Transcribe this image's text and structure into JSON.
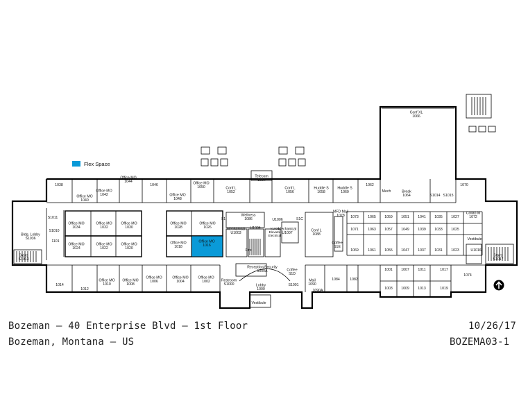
{
  "legend": {
    "label": "Flex Space",
    "color": "#0a9ad8"
  },
  "footer": {
    "title": "Bozeman – 40 Enterprise Blvd – 1st Floor",
    "location": "Bozeman, Montana – US",
    "date": "10/26/17",
    "code": "BOZEMA03-1"
  },
  "colors": {
    "wall": "#000000",
    "flex": "#0a9ad8",
    "background": "#ffffff"
  },
  "north_arrow_icon": "north-arrow-icon",
  "rooms": [
    {
      "id": "1038",
      "lines": [
        "1038"
      ]
    },
    {
      "id": "1040",
      "lines": [
        "Office MO",
        "1040"
      ]
    },
    {
      "id": "1042",
      "lines": [
        "Office MO",
        "1042"
      ]
    },
    {
      "id": "1044",
      "lines": [
        "Office MO",
        "1044"
      ]
    },
    {
      "id": "1046",
      "lines": [
        "1046"
      ]
    },
    {
      "id": "1048",
      "lines": [
        "Office MO",
        "1048"
      ]
    },
    {
      "id": "1050",
      "lines": [
        "Office MO",
        "1050"
      ]
    },
    {
      "id": "1052",
      "lines": [
        "Conf L",
        "1052"
      ]
    },
    {
      "id": "1054",
      "lines": [
        "Telecom",
        "1054"
      ]
    },
    {
      "id": "1056",
      "lines": [
        "Conf L",
        "1056"
      ]
    },
    {
      "id": "1058",
      "lines": [
        "Huddle S",
        "1058"
      ]
    },
    {
      "id": "1060",
      "lines": [
        "Huddle S",
        "1060"
      ]
    },
    {
      "id": "1062",
      "lines": [
        "1062"
      ]
    },
    {
      "id": "1064",
      "lines": [
        "Break",
        "1064"
      ]
    },
    {
      "id": "mech",
      "lines": [
        "Mech"
      ]
    },
    {
      "id": "1066",
      "lines": [
        "Conf XL",
        "1066"
      ]
    },
    {
      "id": "1070",
      "lines": [
        "1070"
      ]
    },
    {
      "id": "S1014",
      "lines": [
        "S1014"
      ]
    },
    {
      "id": "S1015",
      "lines": [
        "S1015"
      ]
    },
    {
      "id": "1072",
      "lines": [
        "Collab M",
        "1072"
      ]
    },
    {
      "id": "S1036",
      "lines": [
        "Bldg. Lobby",
        "S1036"
      ]
    },
    {
      "id": "S1011",
      "lines": [
        "S1011"
      ]
    },
    {
      "id": "S1010",
      "lines": [
        "S1010"
      ]
    },
    {
      "id": "1101",
      "lines": [
        "1101"
      ]
    },
    {
      "id": "S1013",
      "lines": [
        "Stairs",
        "S1013"
      ]
    },
    {
      "id": "1034",
      "lines": [
        "Office MO",
        "1034"
      ]
    },
    {
      "id": "1032",
      "lines": [
        "Office MO",
        "1032"
      ]
    },
    {
      "id": "1030",
      "lines": [
        "Office MO",
        "1030"
      ]
    },
    {
      "id": "1024",
      "lines": [
        "Office MO",
        "1024"
      ]
    },
    {
      "id": "1022",
      "lines": [
        "Office MO",
        "1022"
      ]
    },
    {
      "id": "1020",
      "lines": [
        "Office MO",
        "1020"
      ]
    },
    {
      "id": "1028",
      "lines": [
        "Office MO",
        "1028"
      ]
    },
    {
      "id": "1026",
      "lines": [
        "Office MO",
        "1026"
      ]
    },
    {
      "id": "1018",
      "lines": [
        "Office MO",
        "1018"
      ]
    },
    {
      "id": "1016",
      "lines": [
        "Office MO",
        "1016"
      ],
      "flex": true
    },
    {
      "id": "1086",
      "lines": [
        "Wellness",
        "1086"
      ]
    },
    {
      "id": "U1003",
      "lines": [
        "Mechanical",
        "U1003"
      ]
    },
    {
      "id": "U1004",
      "lines": [
        "U1004"
      ]
    },
    {
      "id": "U1006",
      "lines": [
        "U1006"
      ]
    },
    {
      "id": "V1005",
      "lines": [
        "V1005",
        "Elevator",
        "Electrical"
      ]
    },
    {
      "id": "U1007",
      "lines": [
        "Mechanical",
        "U1007"
      ]
    },
    {
      "id": "fire",
      "lines": [
        "Fire"
      ]
    },
    {
      "id": "1078",
      "lines": [
        "MFD Mail",
        "1078"
      ]
    },
    {
      "id": "1088",
      "lines": [
        "Conf L",
        "1088"
      ]
    },
    {
      "id": "S1C",
      "lines": [
        "S1C"
      ]
    },
    {
      "id": "S1",
      "lines": [
        "S1"
      ]
    },
    {
      "id": "coffee",
      "lines": [
        "Coffee",
        "S1E"
      ]
    },
    {
      "id": "1073",
      "lines": [
        "1073"
      ]
    },
    {
      "id": "1065",
      "lines": [
        "1065"
      ]
    },
    {
      "id": "1059",
      "lines": [
        "1059"
      ]
    },
    {
      "id": "1051",
      "lines": [
        "1051"
      ]
    },
    {
      "id": "1041",
      "lines": [
        "1041"
      ]
    },
    {
      "id": "1035",
      "lines": [
        "1035"
      ]
    },
    {
      "id": "1027",
      "lines": [
        "1027"
      ]
    },
    {
      "id": "1071",
      "lines": [
        "1071"
      ]
    },
    {
      "id": "1063",
      "lines": [
        "1063"
      ]
    },
    {
      "id": "1057",
      "lines": [
        "1057"
      ]
    },
    {
      "id": "1049",
      "lines": [
        "1049"
      ]
    },
    {
      "id": "1039",
      "lines": [
        "1039"
      ]
    },
    {
      "id": "1033",
      "lines": [
        "1033"
      ]
    },
    {
      "id": "1025",
      "lines": [
        "1025"
      ]
    },
    {
      "id": "1069",
      "lines": [
        "1069"
      ]
    },
    {
      "id": "1061",
      "lines": [
        "1061"
      ]
    },
    {
      "id": "1055",
      "lines": [
        "1055"
      ]
    },
    {
      "id": "1047",
      "lines": [
        "1047"
      ]
    },
    {
      "id": "1037",
      "lines": [
        "1037"
      ]
    },
    {
      "id": "1031",
      "lines": [
        "1031"
      ]
    },
    {
      "id": "1023",
      "lines": [
        "1023"
      ]
    },
    {
      "id": "vestibule-e",
      "lines": [
        "Vestibule"
      ]
    },
    {
      "id": "U1016",
      "lines": [
        "U1016"
      ]
    },
    {
      "id": "S1017",
      "lines": [
        "Stairs",
        "S1017"
      ]
    },
    {
      "id": "1014",
      "lines": [
        "1014"
      ]
    },
    {
      "id": "1012",
      "lines": [
        "1012"
      ]
    },
    {
      "id": "1010",
      "lines": [
        "Office MO",
        "1010"
      ]
    },
    {
      "id": "1008",
      "lines": [
        "Office MO",
        "1008"
      ]
    },
    {
      "id": "1006",
      "lines": [
        "Office MO",
        "1006"
      ]
    },
    {
      "id": "1004",
      "lines": [
        "Office MO",
        "1004"
      ]
    },
    {
      "id": "1002",
      "lines": [
        "Office MO",
        "1002"
      ]
    },
    {
      "id": "S1000",
      "lines": [
        "Restroom",
        "S1000"
      ]
    },
    {
      "id": "1000A",
      "lines": [
        "Reception/Security",
        "1000A"
      ]
    },
    {
      "id": "1000",
      "lines": [
        "Lobby",
        "1000"
      ]
    },
    {
      "id": "S1001",
      "lines": [
        "S1001"
      ]
    },
    {
      "id": "S1D",
      "lines": [
        "Coffee",
        "S1D"
      ]
    },
    {
      "id": "1090",
      "lines": [
        "Mail",
        "1090"
      ]
    },
    {
      "id": "1090A",
      "lines": [
        "1090A"
      ]
    },
    {
      "id": "1084",
      "lines": [
        "1084"
      ]
    },
    {
      "id": "1082",
      "lines": [
        "1082"
      ]
    },
    {
      "id": "vestibule-s",
      "lines": [
        "Vestibule"
      ]
    },
    {
      "id": "1001",
      "lines": [
        "1001"
      ]
    },
    {
      "id": "1007",
      "lines": [
        "1007"
      ]
    },
    {
      "id": "1011",
      "lines": [
        "1011"
      ]
    },
    {
      "id": "1017",
      "lines": [
        "1017"
      ]
    },
    {
      "id": "1074",
      "lines": [
        "1074"
      ]
    },
    {
      "id": "1003",
      "lines": [
        "1003"
      ]
    },
    {
      "id": "1009",
      "lines": [
        "1009"
      ]
    },
    {
      "id": "1013",
      "lines": [
        "1013"
      ]
    },
    {
      "id": "1019",
      "lines": [
        "1019"
      ]
    }
  ]
}
